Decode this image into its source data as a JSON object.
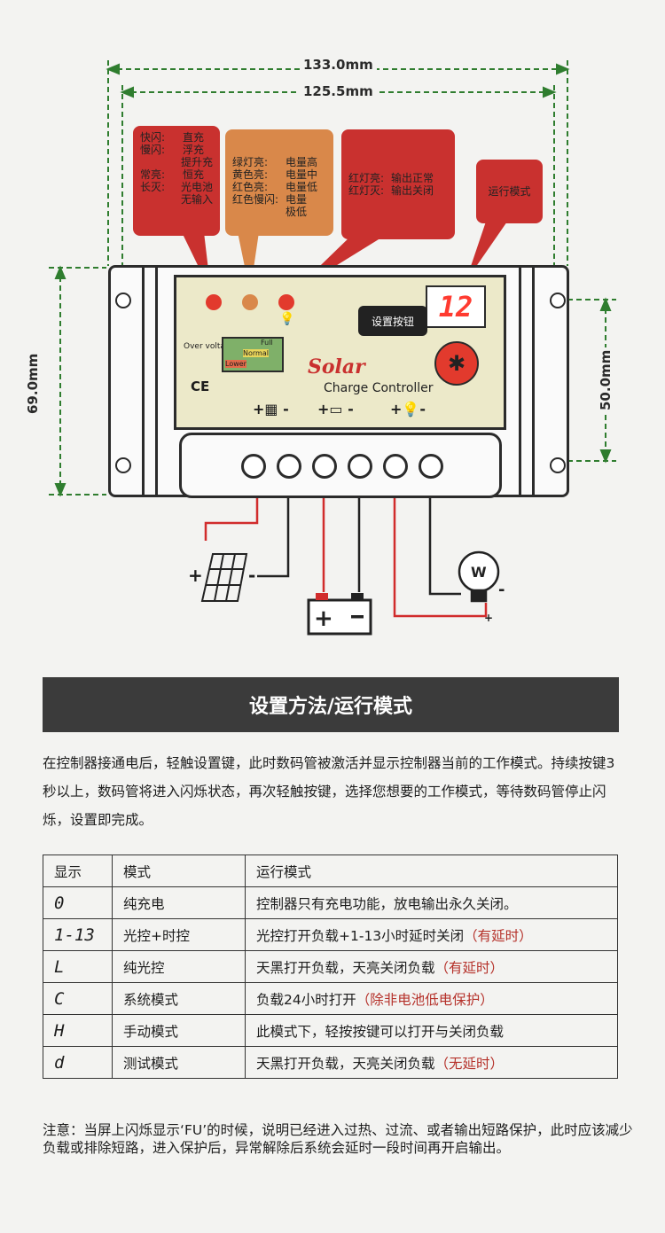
{
  "dimensions": {
    "total_width": "133.0mm",
    "inner_width": "125.5mm",
    "height": "69.0mm",
    "hole_spacing": "50.0mm"
  },
  "callouts": {
    "charge_status": [
      {
        "key": "快闪:",
        "value": "直充"
      },
      {
        "key": "慢闪:",
        "value": "浮充"
      },
      {
        "key": "",
        "value": "提升充"
      },
      {
        "key": "常亮:",
        "value": "恒充"
      },
      {
        "key": "长灭:",
        "value": "光电池"
      },
      {
        "key": "",
        "value": "无输入"
      }
    ],
    "battery_level": [
      {
        "key": "绿灯亮:",
        "value": "电量高"
      },
      {
        "key": "黄色亮:",
        "value": "电量中"
      },
      {
        "key": "红色亮:",
        "value": "电量低"
      },
      {
        "key": "红色慢闪:",
        "value": "电量"
      },
      {
        "key": "",
        "value": "极低"
      }
    ],
    "output": [
      {
        "key": "红灯亮:",
        "value": "输出正常"
      },
      {
        "key": "红灯灭:",
        "value": "输出关闭"
      }
    ],
    "run_mode_label": "运行模式"
  },
  "device": {
    "display_value": "12",
    "set_button_label": "设置按钮",
    "brand": "Solar",
    "subtitle": "Charge Controller",
    "ce_mark": "CE",
    "over_voltage": "Over voltage",
    "full": "Full",
    "normal": "Normal",
    "lower": "Lower",
    "terminal_labels": [
      "+",
      "-",
      "+",
      "-",
      "+",
      "-"
    ]
  },
  "wiring": {
    "panel_plus": "+",
    "panel_minus": "-",
    "lamp_minus": "-",
    "lamp_plus": "+"
  },
  "section_title": "设置方法/运行模式",
  "instructions": "在控制器接通电后，轻触设置键，此时数码管被激活并显示控制器当前的工作模式。持续按键3秒以上，数码管将进入闪烁状态，再次轻触按键，选择您想要的工作模式，等待数码管停止闪烁，设置即完成。",
  "table": {
    "headers": [
      "显示",
      "模式",
      "运行模式"
    ],
    "rows": [
      {
        "display": "0",
        "mode": "纯充电",
        "desc": "控制器只有充电功能，放电输出永久关闭。",
        "note": ""
      },
      {
        "display": "1-13",
        "mode": "光控+时控",
        "desc": "光控打开负载+1-13小时延时关闭",
        "note": "（有延时）"
      },
      {
        "display": "L",
        "mode": "纯光控",
        "desc": "天黑打开负载，天亮关闭负载",
        "note": "（有延时）"
      },
      {
        "display": "C",
        "mode": "系统模式",
        "desc": "负载24小时打开",
        "note": "（除非电池低电保护）"
      },
      {
        "display": "H",
        "mode": "手动模式",
        "desc": "此模式下，轻按按键可以打开与关闭负载",
        "note": ""
      },
      {
        "display": "d",
        "mode": "测试模式",
        "desc": "天黑打开负载，天亮关闭负载",
        "note": "（无延时）"
      }
    ]
  },
  "note": {
    "label": "注意：",
    "text": "当屏上闪烁显示‘FU’的时候，说明已经进入过热、过流、或者输出短路保护，此时应该减少负载或排除短路，进入保护后，异常解除后系统会延时一段时间再开启输出。"
  },
  "colors": {
    "callout_red": "#c9312f",
    "callout_orange": "#d9884a",
    "panel": "#ece9c9",
    "banner": "#3b3b3b",
    "dim_line": "#2f7d2f",
    "red_note": "#b5312a"
  }
}
